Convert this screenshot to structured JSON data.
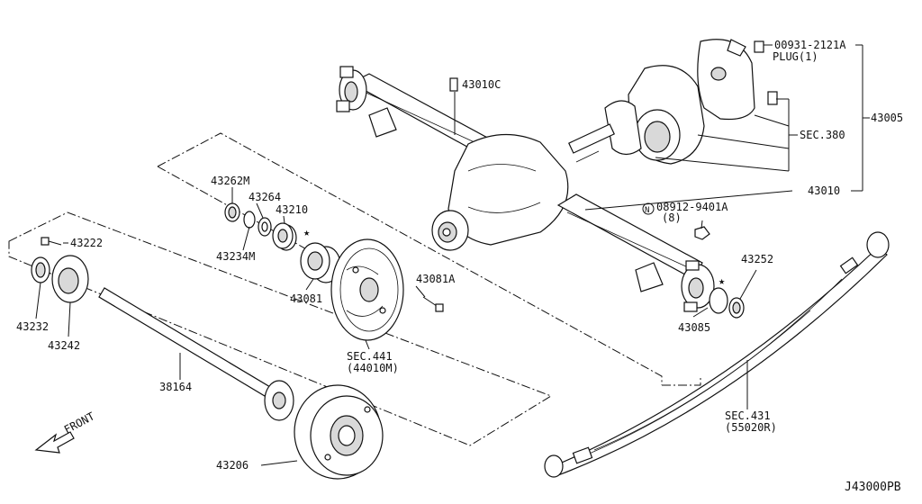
{
  "diagram_code": "J43000PB",
  "front_label": "FRONT",
  "colors": {
    "line": "#111111",
    "background": "#ffffff",
    "shade": "#d9d9d9"
  },
  "labels": {
    "p00931": "00931-2121A",
    "plug": "PLUG(1)",
    "p43010c": "43010C",
    "sec380": "SEC.380",
    "p43005": "43005",
    "p43010": "43010",
    "p08912": "08912-9401A",
    "p08912_qty": "(8)",
    "nut_mark": "N",
    "p43252": "43252",
    "p43085": "43085",
    "p43262m": "43262M",
    "p43264": "43264",
    "p43210": "43210",
    "p43234m": "43234M",
    "p43081": "43081",
    "p43081a": "43081A",
    "p43222": "43222",
    "p43232": "43232",
    "p43242": "43242",
    "p38164": "38164",
    "sec441": "SEC.441",
    "sec441_ref": "(44010M)",
    "sec431": "SEC.431",
    "sec431_ref": "(55020R)",
    "p43206": "43206"
  }
}
